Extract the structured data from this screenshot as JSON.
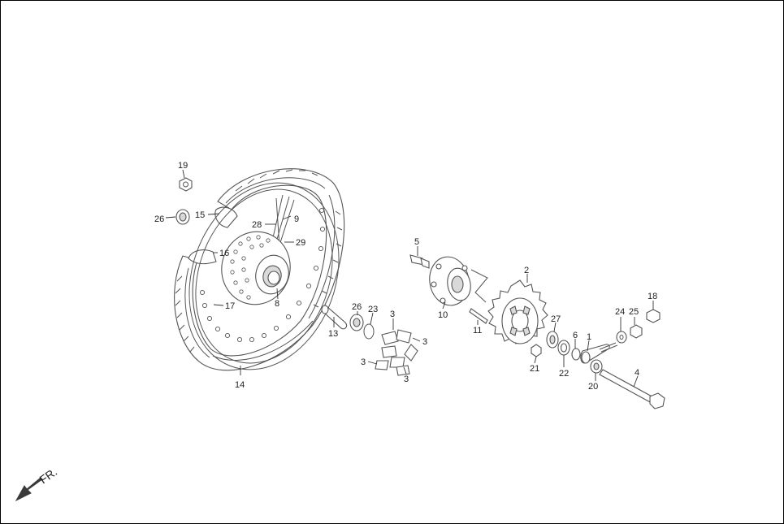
{
  "direction_label": "FR.",
  "labels": {
    "p1": "1",
    "p2": "2",
    "p3a": "3",
    "p3b": "3",
    "p3c": "3",
    "p3d": "3",
    "p4": "4",
    "p5": "5",
    "p6": "6",
    "p8": "8",
    "p9": "9",
    "p10": "10",
    "p11": "11",
    "p13": "13",
    "p14": "14",
    "p15": "15",
    "p16": "16",
    "p17": "17",
    "p18": "18",
    "p19": "19",
    "p20": "20",
    "p21": "21",
    "p22": "22",
    "p23": "23",
    "p24": "24",
    "p25": "25",
    "p26a": "26",
    "p26b": "26",
    "p27": "27",
    "p28": "28",
    "p29": "29"
  },
  "colors": {
    "line": "#555555",
    "text": "#222222",
    "arrow": "#3a3a3a"
  }
}
